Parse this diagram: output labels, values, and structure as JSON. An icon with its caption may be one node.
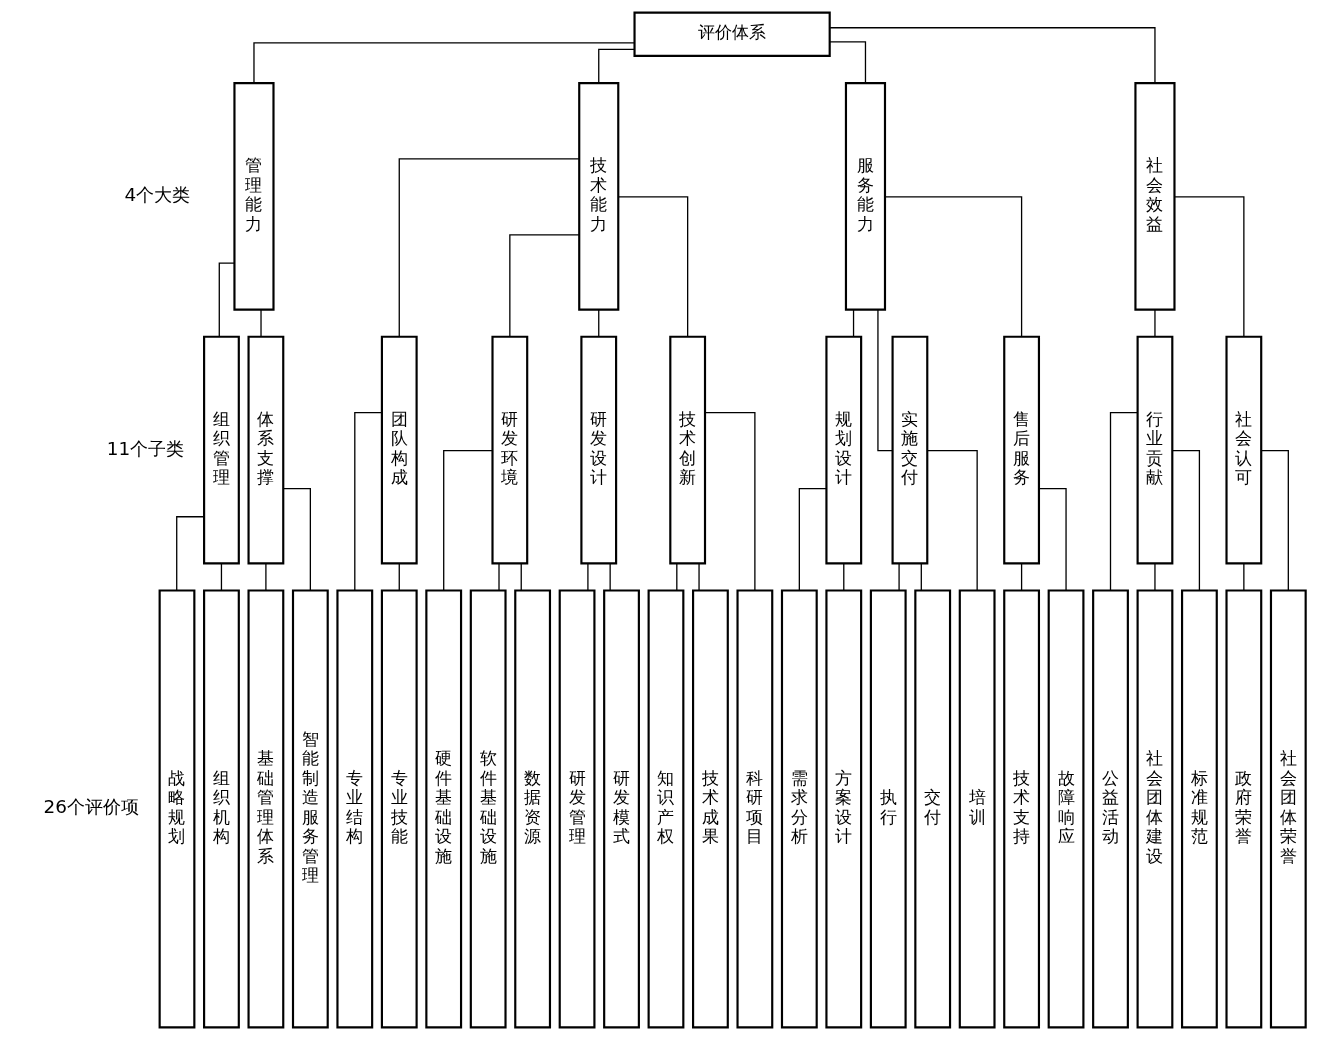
{
  "diagram": {
    "nodes": [
      {
        "text": [
          "评价体系"
        ]
      },
      {
        "text": [
          "管理能力"
        ]
      },
      {
        "text": [
          "技术能力"
        ]
      },
      {
        "text": [
          "服务能力"
        ]
      },
      {
        "text": [
          "社会效益"
        ]
      },
      {
        "text": [
          "组织管理"
        ]
      },
      {
        "text": [
          "体系支撑"
        ]
      },
      {
        "text": [
          "团队构成"
        ]
      },
      {
        "text": [
          "研发环境"
        ]
      },
      {
        "text": [
          "研发设计"
        ]
      },
      {
        "text": [
          "技术创新"
        ]
      },
      {
        "text": [
          "规划设计"
        ]
      },
      {
        "text": [
          "实施交付"
        ]
      },
      {
        "text": [
          "售后服务"
        ]
      },
      {
        "text": [
          "行业贡献"
        ]
      },
      {
        "text": [
          "社会认可"
        ]
      },
      {
        "text": [
          "战略规划"
        ]
      },
      {
        "text": [
          "组织机构"
        ]
      },
      {
        "text": [
          "基础管理体系"
        ]
      },
      {
        "text": [
          "智能制造服务管理"
        ]
      },
      {
        "text": [
          "专业结构"
        ]
      },
      {
        "text": [
          "专业技能"
        ]
      },
      {
        "text": [
          "硬件基础设施"
        ]
      },
      {
        "text": [
          "软件基础设施"
        ]
      },
      {
        "text": [
          "数据资源"
        ]
      },
      {
        "text": [
          "研发管理"
        ]
      },
      {
        "text": [
          "研发模式"
        ]
      },
      {
        "text": [
          "知识产权"
        ]
      },
      {
        "text": [
          "技术成果"
        ]
      },
      {
        "text": [
          "科研项目"
        ]
      },
      {
        "text": [
          "需求分析"
        ]
      },
      {
        "text": [
          "方案设计"
        ]
      },
      {
        "text": [
          "执行"
        ]
      },
      {
        "text": [
          "交付"
        ]
      },
      {
        "text": [
          "培训"
        ]
      },
      {
        "text": [
          "技术支持"
        ]
      },
      {
        "text": [
          "故障响应"
        ]
      },
      {
        "text": [
          "公益活动"
        ]
      },
      {
        "text": [
          "社会团体建设"
        ]
      },
      {
        "text": [
          "标准规范"
        ]
      },
      {
        "text": [
          "政府荣誉"
        ]
      },
      {
        "text": [
          "社会团体荣誉"
        ]
      }
    ],
    "edges": [
      {
        "from": 0,
        "to": 1,
        "arrow": "none"
      },
      {
        "from": 0,
        "to": 2,
        "arrow": "none"
      },
      {
        "from": 0,
        "to": 3,
        "arrow": "none"
      },
      {
        "from": 0,
        "to": 4,
        "arrow": "none"
      },
      {
        "from": 1,
        "to": 5,
        "arrow": "none"
      },
      {
        "from": 1,
        "to": 6,
        "arrow": "none"
      },
      {
        "from": 2,
        "to": 7,
        "arrow": "none"
      },
      {
        "from": 2,
        "to": 8,
        "arrow": "none"
      },
      {
        "from": 2,
        "to": 9,
        "arrow": "none"
      },
      {
        "from": 2,
        "to": 10,
        "arrow": "none"
      },
      {
        "from": 3,
        "to": 11,
        "arrow": "none"
      },
      {
        "from": 3,
        "to": 12,
        "arrow": "none"
      },
      {
        "from": 3,
        "to": 13,
        "arrow": "none"
      },
      {
        "from": 4,
        "to": 14,
        "arrow": "none"
      },
      {
        "from": 4,
        "to": 15,
        "arrow": "none"
      },
      {
        "from": 5,
        "to": 16,
        "arrow": "none"
      },
      {
        "from": 5,
        "to": 17,
        "arrow": "none"
      },
      {
        "from": 6,
        "to": 18,
        "arrow": "none"
      },
      {
        "from": 6,
        "to": 19,
        "arrow": "none"
      },
      {
        "from": 7,
        "to": 20,
        "arrow": "none"
      },
      {
        "from": 7,
        "to": 21,
        "arrow": "none"
      },
      {
        "from": 8,
        "to": 22,
        "arrow": "none"
      },
      {
        "from": 8,
        "to": 23,
        "arrow": "none"
      },
      {
        "from": 8,
        "to": 24,
        "arrow": "none"
      },
      {
        "from": 9,
        "to": 25,
        "arrow": "none"
      },
      {
        "from": 9,
        "to": 26,
        "arrow": "none"
      },
      {
        "from": 10,
        "to": 27,
        "arrow": "none"
      },
      {
        "from": 10,
        "to": 28,
        "arrow": "none"
      },
      {
        "from": 10,
        "to": 29,
        "arrow": "none"
      },
      {
        "from": 11,
        "to": 30,
        "arrow": "none"
      },
      {
        "from": 11,
        "to": 31,
        "arrow": "none"
      },
      {
        "from": 12,
        "to": 32,
        "arrow": "none"
      },
      {
        "from": 12,
        "to": 33,
        "arrow": "none"
      },
      {
        "from": 12,
        "to": 34,
        "arrow": "none"
      },
      {
        "from": 13,
        "to": 35,
        "arrow": "none"
      },
      {
        "from": 13,
        "to": 36,
        "arrow": "none"
      },
      {
        "from": 14,
        "to": 37,
        "arrow": "none"
      },
      {
        "from": 14,
        "to": 38,
        "arrow": "none"
      },
      {
        "from": 14,
        "to": 39,
        "arrow": "none"
      },
      {
        "from": 15,
        "to": 40,
        "arrow": "none"
      },
      {
        "from": 15,
        "to": 41,
        "arrow": "none"
      }
    ],
    "labels": [
      "4个大类",
      "11个子类",
      "26个评价项"
    ]
  }
}
